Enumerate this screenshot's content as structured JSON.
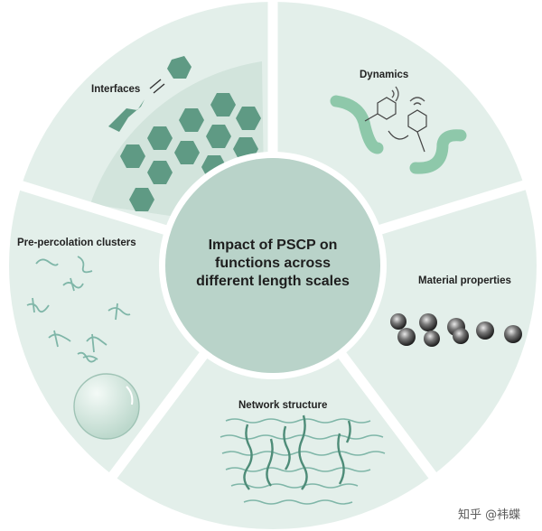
{
  "center": {
    "lines": [
      "Impact of PSCP on",
      "functions across",
      "different length scales"
    ]
  },
  "segments": {
    "interfaces": "Interfaces",
    "dynamics": "Dynamics",
    "material_properties": "Material properties",
    "network_structure": "Network structure",
    "pre_percolation": "Pre-percolation clusters"
  },
  "watermark": "知乎 @袆蝶",
  "colors": {
    "segment_fill": "#e3efea",
    "segment_fill_alt": "#d5e6df",
    "center_fill": "#b9d3c9",
    "accent_dark": "#5f9a84",
    "accent_chain": "#8ec8aa",
    "network_line": "#7fb6a8"
  }
}
